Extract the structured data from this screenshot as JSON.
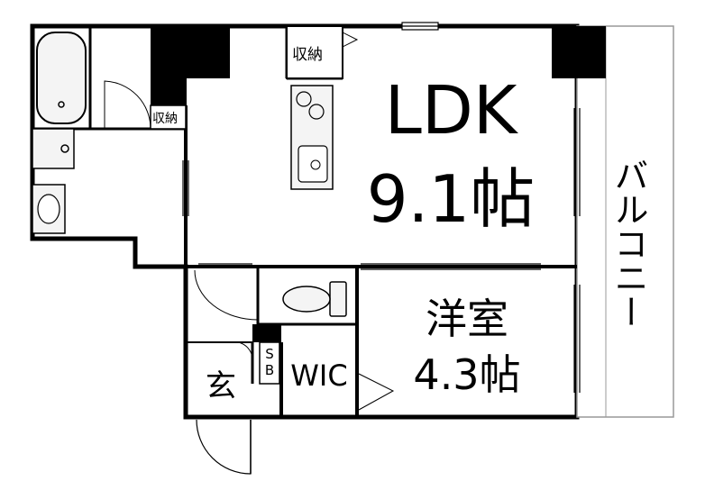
{
  "labels": {
    "ldk_name": "LDK",
    "ldk_size": "9.1帖",
    "western_name": "洋室",
    "western_size": "4.3帖",
    "storage_top": "収納",
    "storage_left": "収納",
    "wic": "WIC",
    "entrance": "玄",
    "shoe_box": "SB",
    "balcony": "バルコニー"
  },
  "colors": {
    "wall": "#000000",
    "background": "#ffffff",
    "fixture": "#f4f4f4"
  }
}
